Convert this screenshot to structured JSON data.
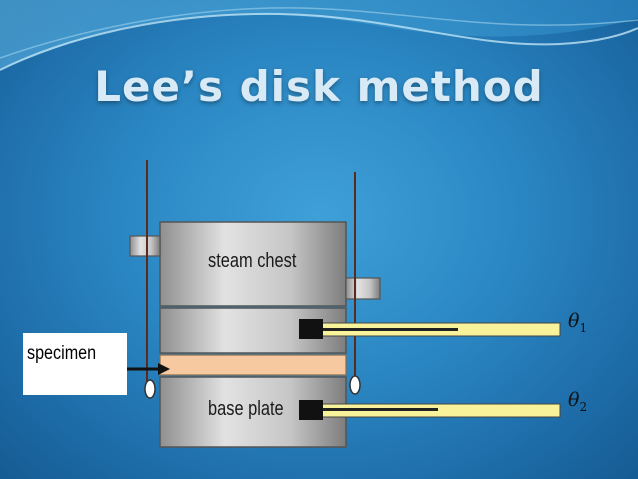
{
  "slide": {
    "title": "Lee’s disk method"
  },
  "diagram": {
    "specimen_label": "specimen",
    "steam_chest_label": "steam chest",
    "base_plate_label": "base plate",
    "thermometer_1": {
      "symbol": "θ",
      "subscript": "1"
    },
    "thermometer_2": {
      "symbol": "θ",
      "subscript": "2"
    },
    "colors": {
      "metal": "#c9c9c9",
      "specimen": "#f6c9a0",
      "thermometer": "#f8f29a",
      "background": "#2a86c2"
    }
  }
}
